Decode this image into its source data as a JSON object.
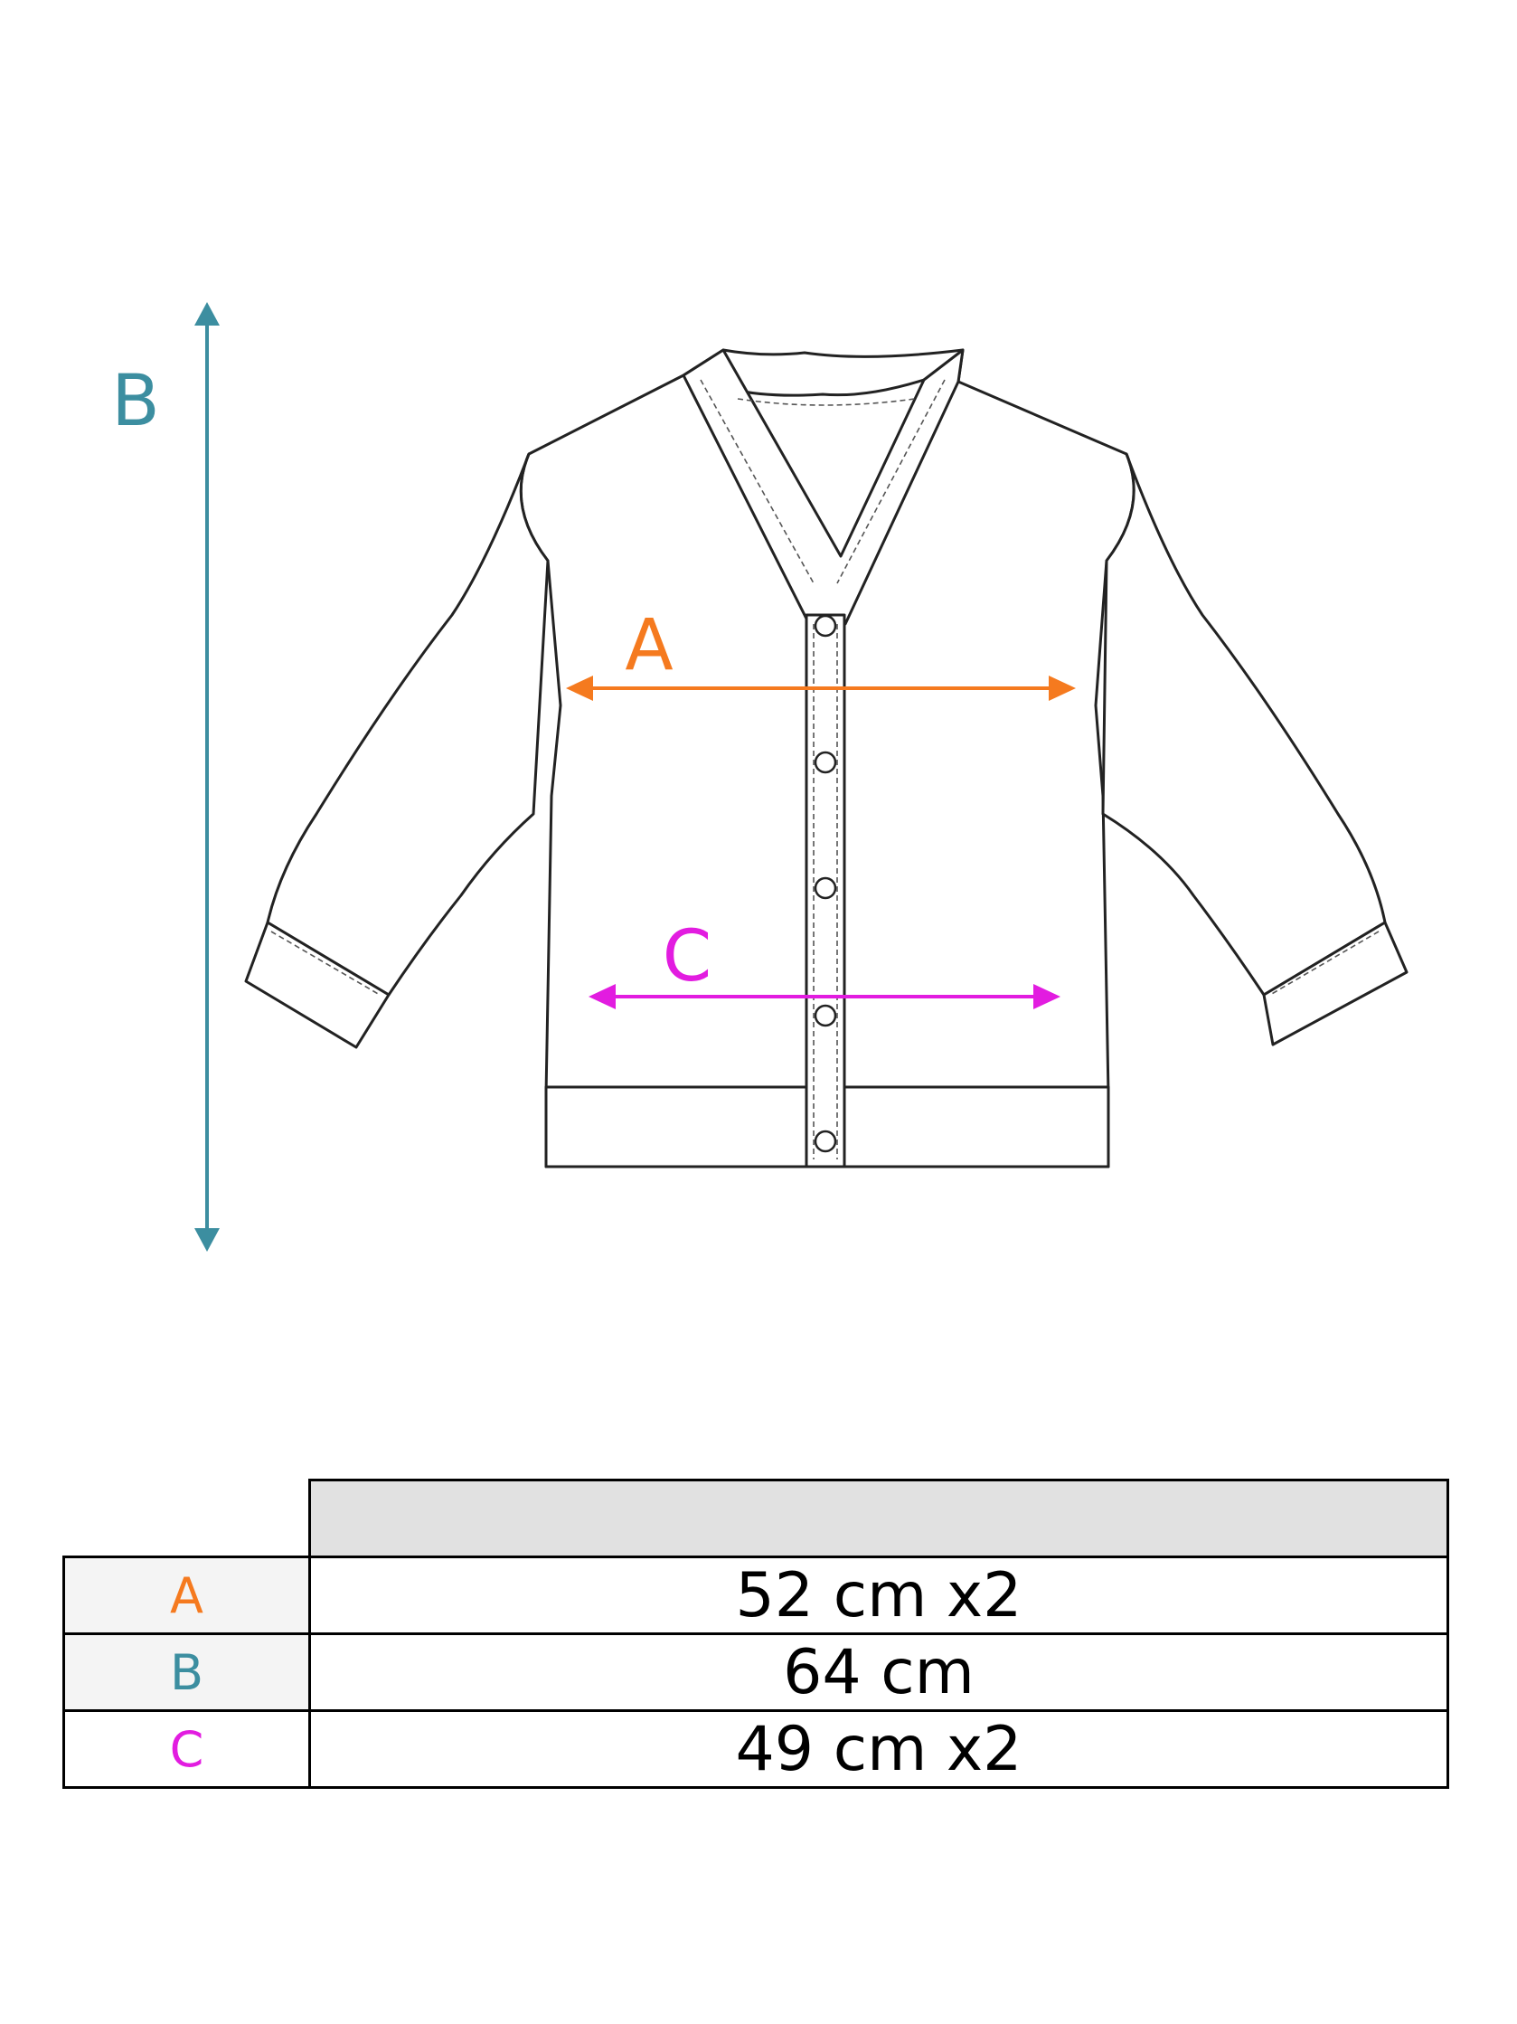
{
  "colors": {
    "A": "#f57a1f",
    "B": "#3c8ea0",
    "C": "#e21ce0",
    "outline": "#222222",
    "header_fill": "#e1e1e1"
  },
  "diagram": {
    "labels": {
      "A": "A",
      "B": "B",
      "C": "C"
    }
  },
  "table": {
    "header": "",
    "rows": [
      {
        "key": "A",
        "value": "52 cm x2"
      },
      {
        "key": "B",
        "value": "64 cm"
      },
      {
        "key": "C",
        "value": "49 cm x2"
      }
    ]
  }
}
